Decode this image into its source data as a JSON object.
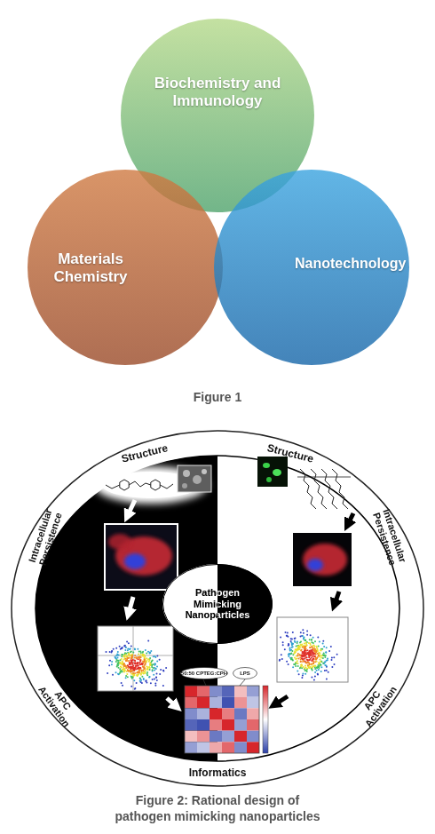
{
  "diagram": {
    "caption": "Figure 2: Rational design of pathogen mimicking nanoparticles",
    "nodes": [
      {
        "text": [
          "Biochemistry and Immunology"
        ]
      },
      {
        "text": [
          "Materials Chemistry"
        ]
      },
      {
        "text": [
          "Nanotechnology"
        ]
      },
      {
        "text": [
          "Pathogen Mimicking Nanoparticles"
        ]
      },
      {
        "text": [
          "50:50 CPTEG:CPH"
        ]
      },
      {
        "text": [
          "LPS"
        ]
      }
    ],
    "labels": [
      "Figure 1",
      "Structure",
      "Structure",
      "Intracellular Persistence",
      "Intracellular Persistence",
      "APC Activation",
      "APC Activation",
      "Informatics"
    ]
  }
}
